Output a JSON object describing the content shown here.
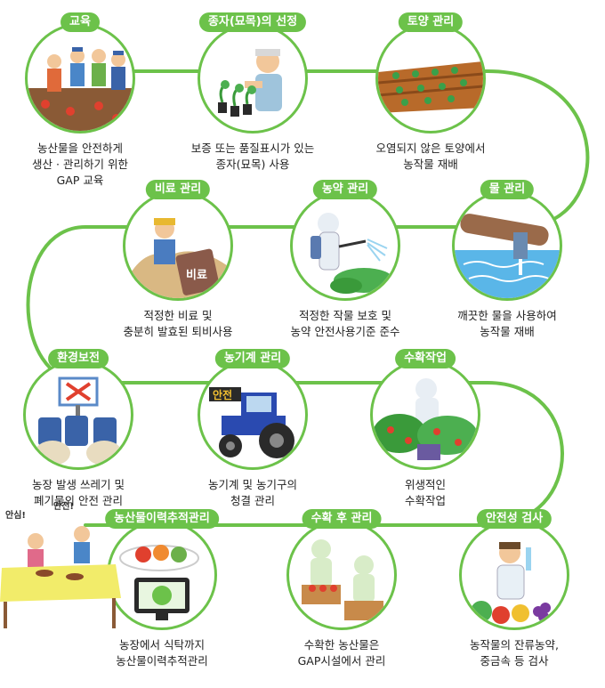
{
  "colors": {
    "accent": "#6cc24a",
    "line": "#6cc24a"
  },
  "steps": [
    {
      "title": "교육",
      "icon": "education-icon",
      "caption": [
        "농산물을 안전하게",
        "생산 · 관리하기 위한",
        "GAP 교육"
      ]
    },
    {
      "title": "종자(묘목)의 선정",
      "icon": "seedling-icon",
      "caption": [
        "보증 또는 품질표시가 있는",
        "종자(묘목) 사용"
      ]
    },
    {
      "title": "토양 관리",
      "icon": "soil-icon",
      "caption": [
        "오염되지 않은 토양에서",
        "농작물 재배"
      ]
    },
    {
      "title": "비료 관리",
      "icon": "fertilizer-icon",
      "sign": "비료",
      "caption": [
        "적정한 비료 및",
        "충분히 발효된 퇴비사용"
      ]
    },
    {
      "title": "농약 관리",
      "icon": "pesticide-icon",
      "caption": [
        "적정한 작물 보호 및",
        "농약 안전사용기준 준수"
      ]
    },
    {
      "title": "물 관리",
      "icon": "water-icon",
      "caption": [
        "깨끗한 물을 사용하여",
        "농작물 재배"
      ]
    },
    {
      "title": "환경보전",
      "icon": "waste-icon",
      "caption": [
        "농장 발생 쓰레기 및",
        "폐기물의 안전 관리"
      ]
    },
    {
      "title": "농기계 관리",
      "icon": "tractor-icon",
      "sign": "안전",
      "caption": [
        "농기계 및 농기구의",
        "청결 관리"
      ]
    },
    {
      "title": "수확작업",
      "icon": "harvest-icon",
      "caption": [
        "위생적인",
        "수확작업"
      ]
    },
    {
      "title": "농산물이력추적관리",
      "icon": "traceability-icon",
      "caption": [
        "농장에서 식탁까지",
        "농산물이력추적관리"
      ]
    },
    {
      "title": "수확 후 관리",
      "icon": "post-harvest-icon",
      "caption": [
        "수확한 농산물은",
        "GAP시설에서 관리"
      ]
    },
    {
      "title": "안전성 검사",
      "icon": "inspection-icon",
      "caption": [
        "농작물의 잔류농약,",
        "중금속 등 검사"
      ]
    }
  ],
  "speech": [
    "안심!",
    "안전!"
  ]
}
